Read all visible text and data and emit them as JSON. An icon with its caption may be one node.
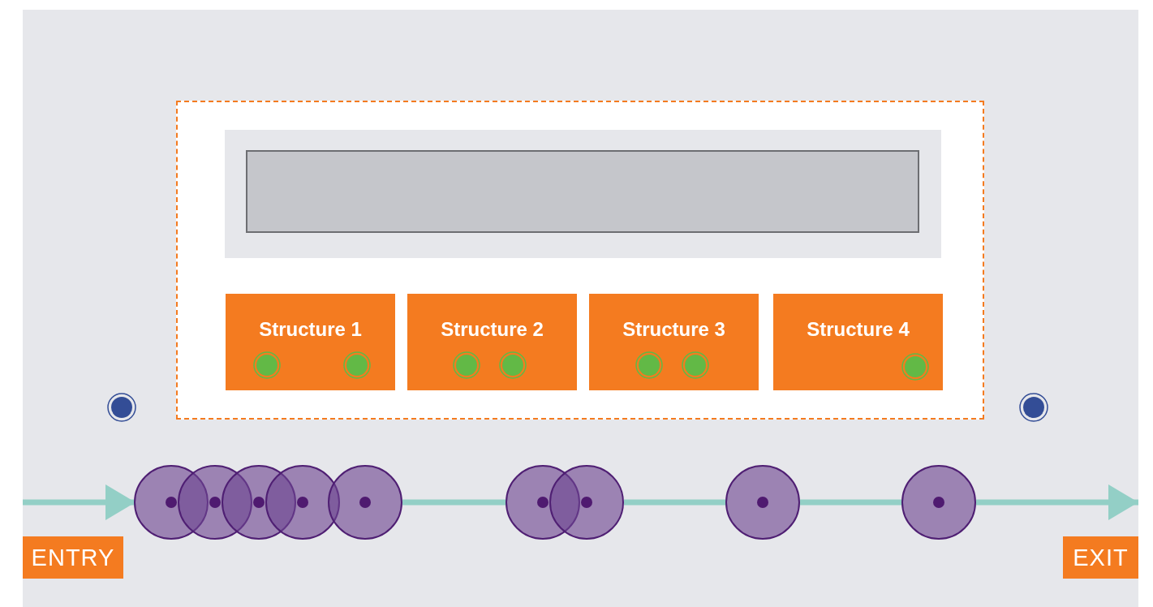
{
  "diagram": {
    "nodes": [
      {
        "text": [],
        "shape": "box"
      },
      {
        "text": [],
        "shape": "box",
        "in": 0
      },
      {
        "text": [],
        "shape": "box",
        "in": 1
      },
      {
        "text": [
          "Structure 1"
        ],
        "in": 0
      },
      {
        "text": [
          "Structure 2"
        ],
        "in": 0
      },
      {
        "text": [
          "Structure 3"
        ],
        "in": 0
      },
      {
        "text": [
          "Structure 4"
        ],
        "in": 0
      },
      {
        "text": [],
        "shape": "circle"
      },
      {
        "text": [],
        "shape": "circle"
      },
      {
        "text": [],
        "shape": "circle"
      },
      {
        "text": [],
        "shape": "circle"
      },
      {
        "text": [],
        "shape": "circle"
      },
      {
        "text": [],
        "shape": "circle"
      },
      {
        "text": [],
        "shape": "circle"
      },
      {
        "text": [],
        "shape": "circle"
      },
      {
        "text": [],
        "shape": "circle"
      },
      {
        "text": [
          "ENTRY"
        ]
      },
      {
        "text": [
          "EXIT"
        ]
      }
    ],
    "edges": [
      {
        "from": null,
        "to": 7,
        "arrow": "to"
      },
      {
        "from": 11,
        "to": 12,
        "arrow": "none"
      },
      {
        "from": 13,
        "to": 14,
        "arrow": "none"
      },
      {
        "from": 14,
        "to": 15,
        "arrow": "none"
      },
      {
        "from": 15,
        "to": 17,
        "arrow": "to"
      }
    ]
  }
}
